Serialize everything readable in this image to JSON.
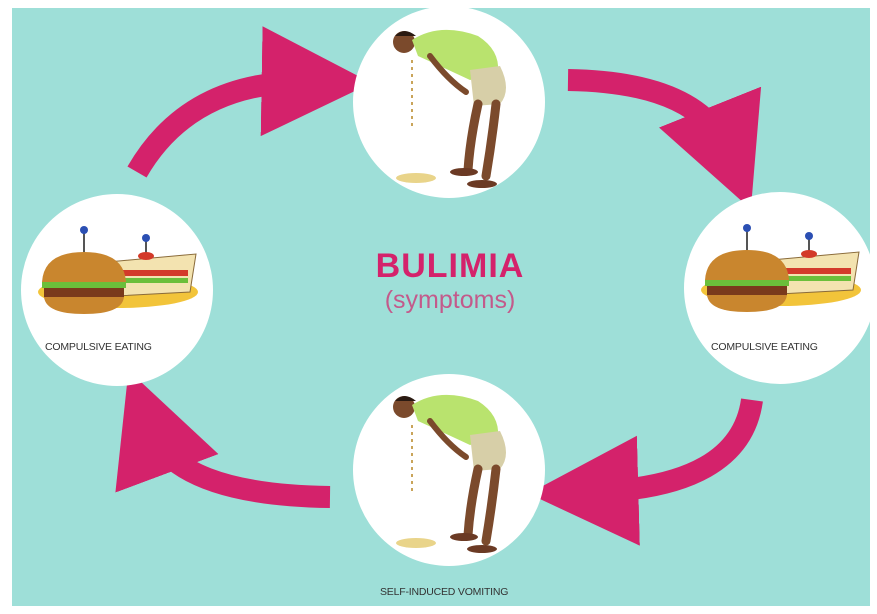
{
  "diagram": {
    "title": "BULIMIA",
    "subtitle": "(symptoms)",
    "nodes": {
      "left": {
        "label": "COMPULSIVE EATING"
      },
      "right": {
        "label": "COMPULSIVE EATING"
      },
      "bottom": {
        "label": "SELF-INDUCED VOMITING"
      }
    }
  },
  "colors": {
    "background": "#9edfd8",
    "arrow": "#d4226b",
    "title": "#d4226b",
    "circle": "#ffffff"
  }
}
